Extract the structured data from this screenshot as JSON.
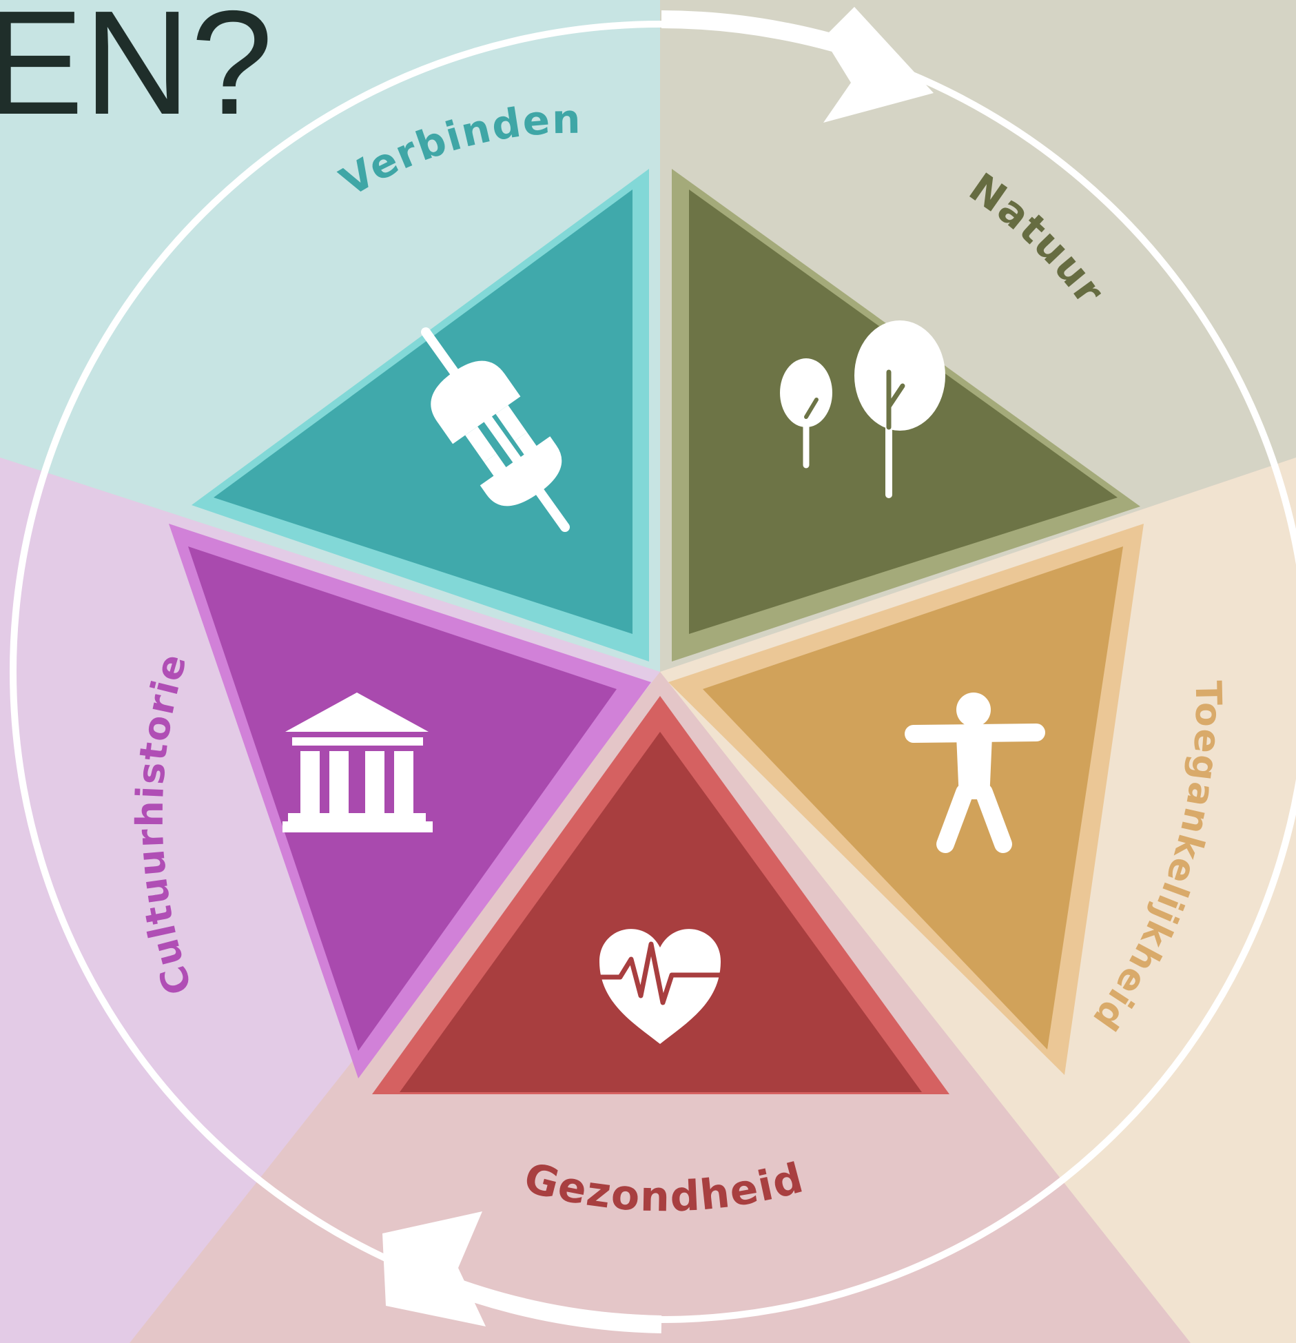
{
  "heading": {
    "text": "EN?"
  },
  "colors": {
    "heading": "#1f2e2a",
    "ring": "#ffffff",
    "icon": "#ffffff"
  },
  "segments": [
    {
      "id": "verbinden",
      "label": "Verbinden",
      "icon": "plug-icon",
      "bg": "#c7e4e3",
      "fill": "#40a9ab",
      "border": "#82d8d7",
      "text": "#3fa6a6"
    },
    {
      "id": "natuur",
      "label": "Natuur",
      "icon": "trees-icon",
      "bg": "#d5d4c5",
      "fill": "#6d7446",
      "border": "#a4aa7a",
      "text": "#666c41"
    },
    {
      "id": "toegankelijkheid",
      "label": "Toegankelijkheid",
      "icon": "accessibility-person-icon",
      "bg": "#f1e3d0",
      "fill": "#d1a25a",
      "border": "#ebc796",
      "text": "#d9aa6a"
    },
    {
      "id": "gezondheid",
      "label": "Gezondheid",
      "icon": "heart-pulse-icon",
      "bg": "#e4c6c8",
      "fill": "#a83e3f",
      "border": "#d56161",
      "text": "#a83f40"
    },
    {
      "id": "cultuurhistorie",
      "label": "Cultuurhistorie",
      "icon": "museum-icon",
      "bg": "#e3cbe6",
      "fill": "#a94aae",
      "border": "#d181d8",
      "text": "#b04eb5"
    }
  ]
}
